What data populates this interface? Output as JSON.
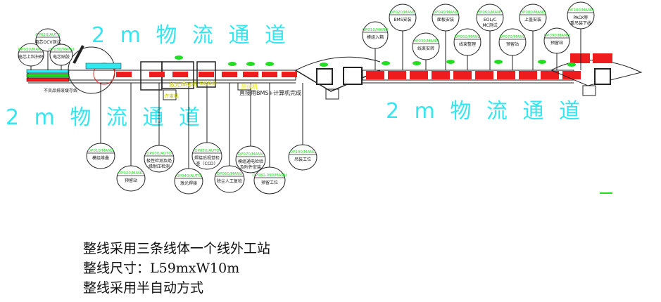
{
  "colors": {
    "code": "#22dd22",
    "lane": "#33e6f0",
    "pallet": "#ee1c1c",
    "note": "#e8e800",
    "line": "#222222"
  },
  "lane_label": "2 m  物 流 通 道",
  "cell_stations": [
    {
      "code": "OP010/MANU",
      "name": "电芯上料扫码"
    },
    {
      "code": "OP020/AUTO",
      "name": "电芯OCV测试"
    },
    {
      "code": "OP030/MANU",
      "name": "电芯贴胶"
    }
  ],
  "module_stations": [
    {
      "code": "OP010/MANU",
      "name": "模组堆叠"
    },
    {
      "code": "OP020/MANU",
      "name": "预留站"
    },
    {
      "code": "OP030/AUTO",
      "name": "极性检测及绝缘耐压检测"
    },
    {
      "code": "OP040/AUTO",
      "name": "激光焊接"
    },
    {
      "code": "OP050/AUTO",
      "name": "焊接后视觉检查（CCD）"
    },
    {
      "code": "OP060/MANU",
      "name": "除尘人工复检"
    },
    {
      "code": "OP070/MANU",
      "name": "模组通电检验及附件安装"
    },
    {
      "code": "OP080-090/MANU",
      "name": "预留工位"
    },
    {
      "code": "OP100/MANU",
      "name": "吊装工位"
    }
  ],
  "pack_stations": [
    {
      "code": "OP010/MANU",
      "name": "模组入箱"
    },
    {
      "code": "OP020/MANU",
      "name": "BMS安装"
    },
    {
      "code": "OP030/MANU",
      "name": "线束安转"
    },
    {
      "code": "OP040/MANU",
      "name": "面板安装"
    },
    {
      "code": "OP050/MANU",
      "name": "线束整理"
    },
    {
      "code": "OP060/MANU",
      "name": "EOL/CMC测试"
    },
    {
      "code": "OP070/MANU",
      "name": "预留站"
    },
    {
      "code": "OP080/MANU",
      "name": "上盖安装"
    },
    {
      "code": "OP090/MANU",
      "name": "预留站"
    },
    {
      "code": "OP100/MANU",
      "name": "PACK称重吊装下线"
    }
  ],
  "annotations": {
    "tester": "测试机",
    "tester_note": "直接用BMS+计算机完成",
    "laser": "激光焊接机",
    "fixture": "模组检测",
    "cell_buffer": "不良品排废缓存线",
    "wrench": "许束机"
  },
  "notes": [
    "整线采用三条线体一个线外工站",
    "整线尺寸：L59mxW10m",
    "整线采用半自动方式"
  ]
}
